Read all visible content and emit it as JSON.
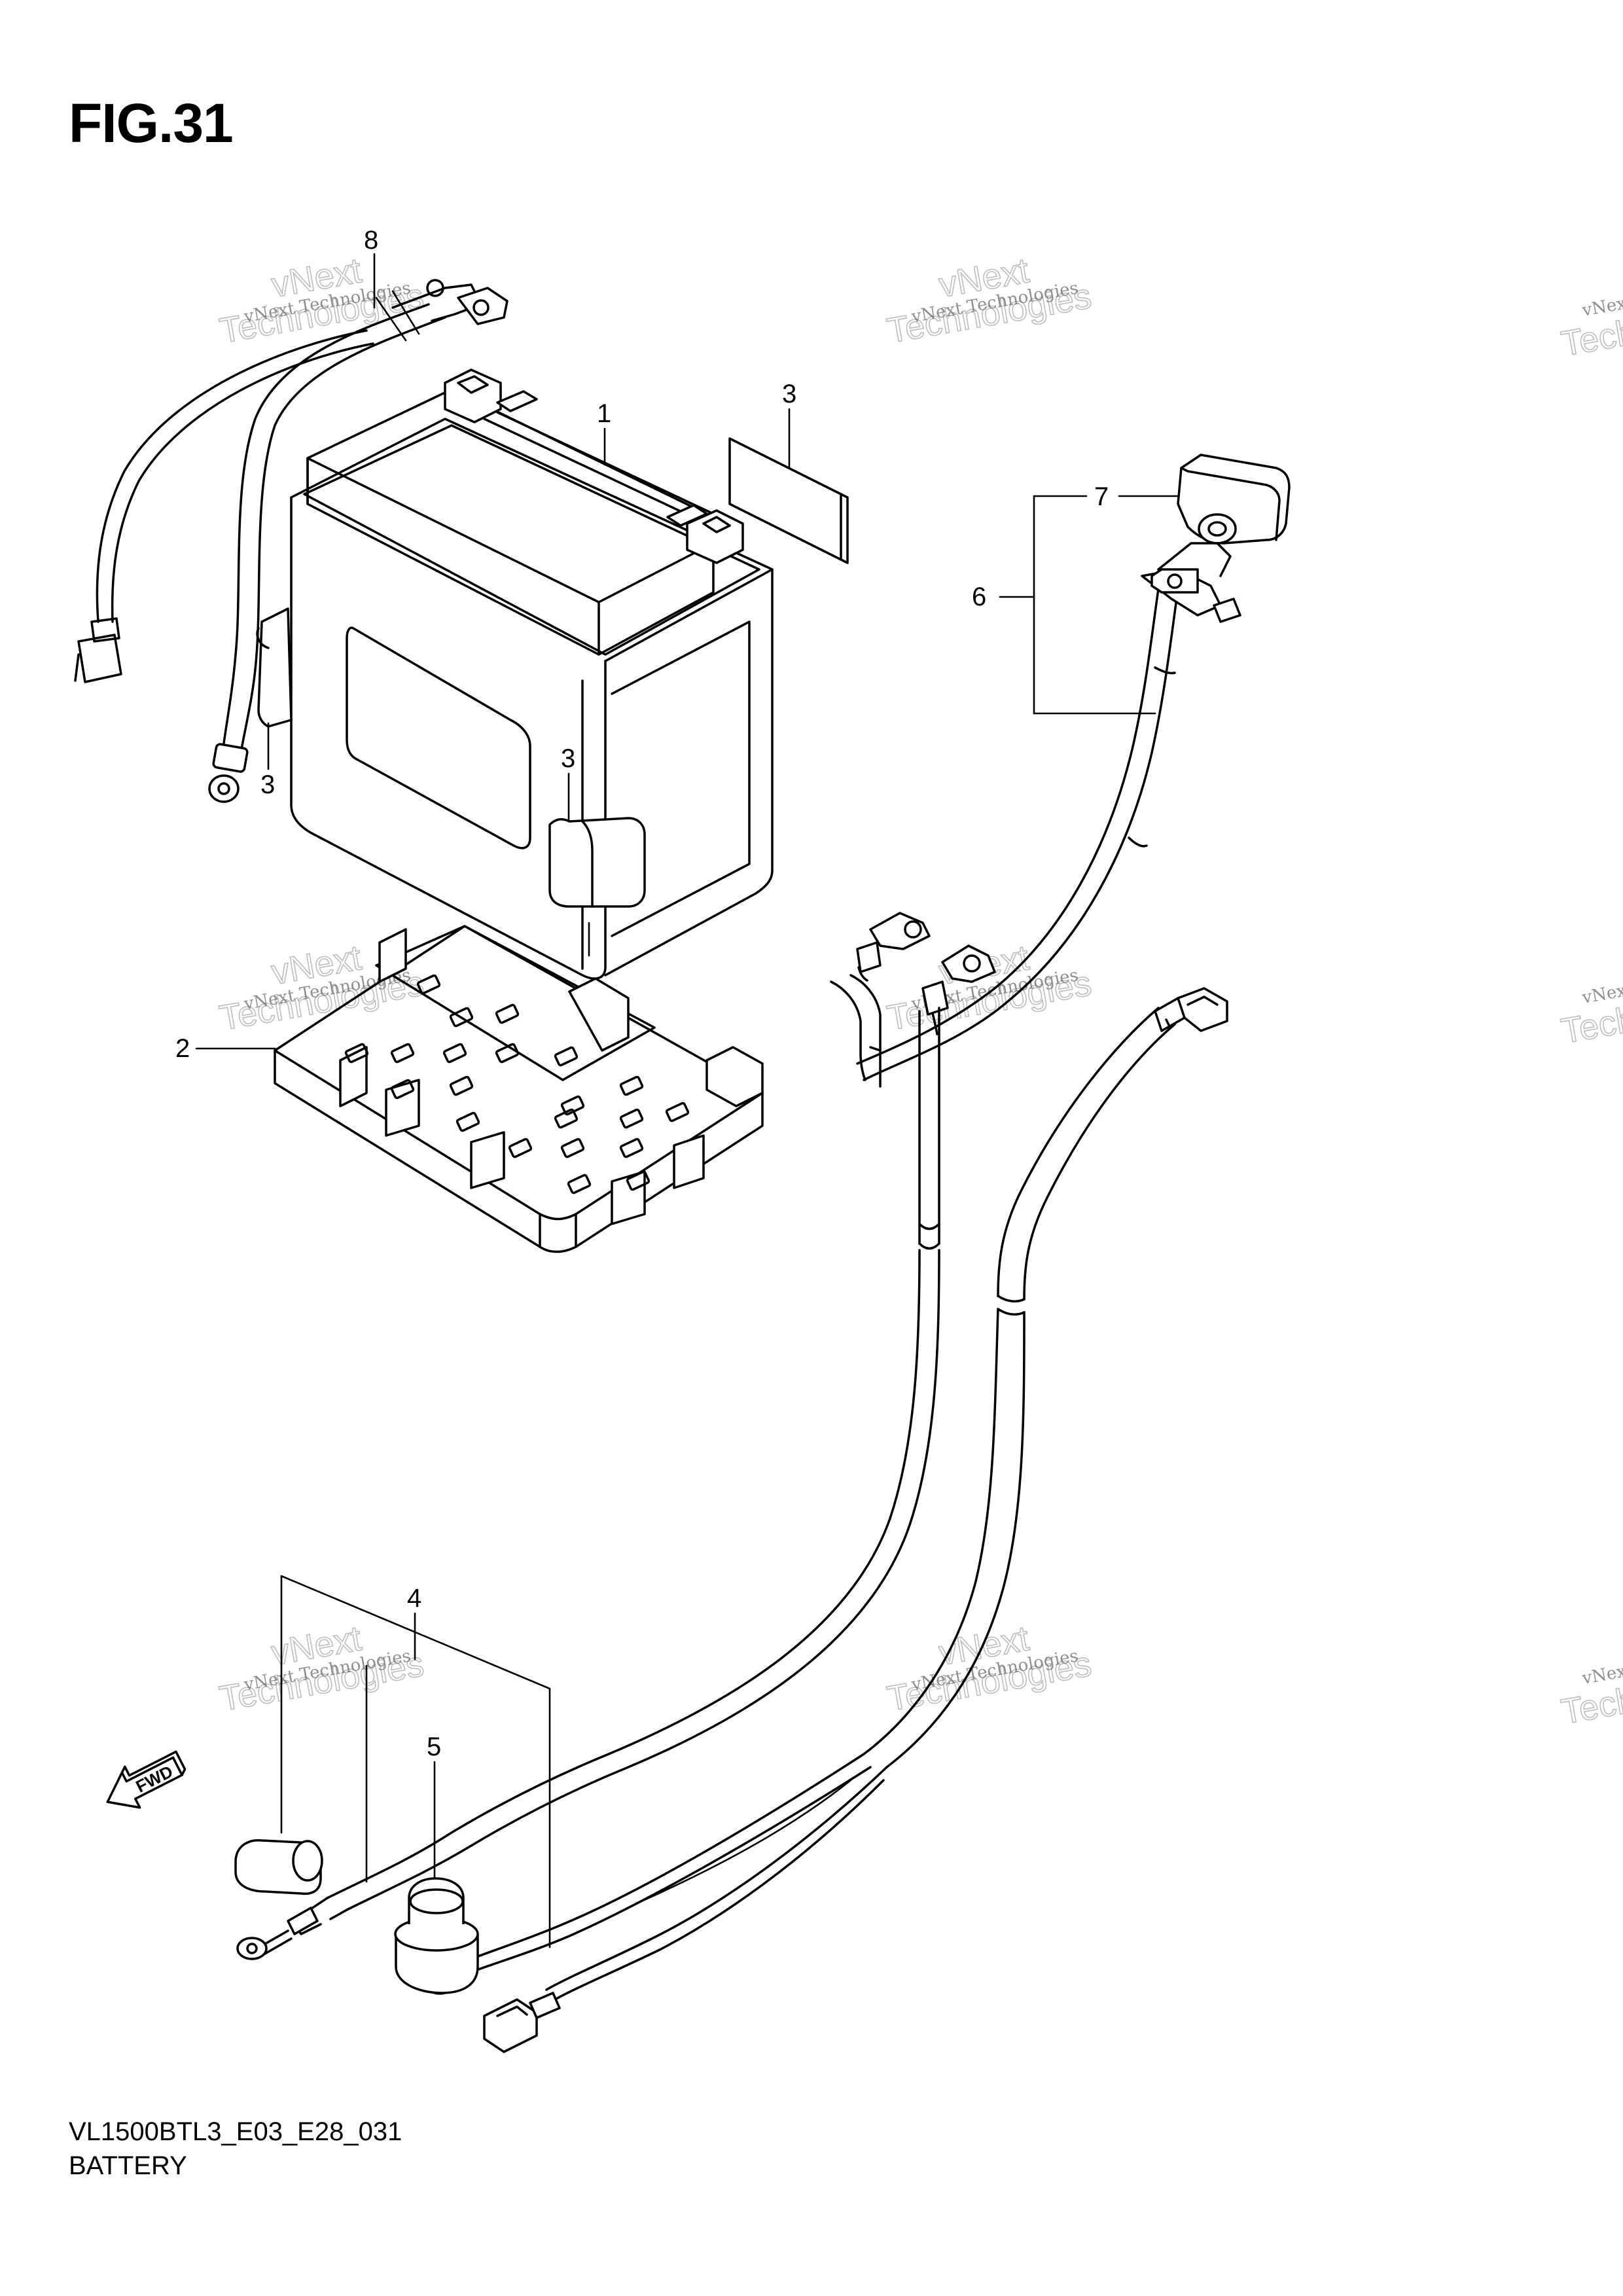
{
  "figure": {
    "title": "FIG.31",
    "code": "VL1500BTL3_E03_E28_031",
    "subtitle": "BATTERY"
  },
  "callouts": [
    "8",
    "1",
    "3",
    "3",
    "3",
    "2",
    "7",
    "6",
    "4",
    "5"
  ],
  "direction_arrow": {
    "label": "FWD",
    "icon": "fwd-arrow-icon"
  },
  "watermark": {
    "line1": "vNext Technologies",
    "line2": "Technologies",
    "line3": "vNext"
  },
  "colors": {
    "ink": "#000000",
    "paper": "#ffffff",
    "watermark": "#bdbdbd"
  }
}
